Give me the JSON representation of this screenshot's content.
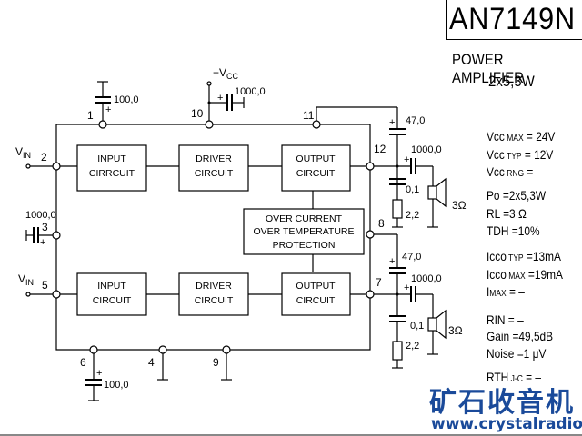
{
  "title": "AN7149N",
  "subtitle": [
    "POWER AMPLIFIER",
    "2x5,3W"
  ],
  "blocks": {
    "ch1_input": [
      "INPUT",
      "CIRRCUIT"
    ],
    "ch1_driver": [
      "DRIVER",
      "CIRCUIT"
    ],
    "ch1_output": [
      "OUTPUT",
      "CIRCUIT"
    ],
    "protection": [
      "OVER CURRENT",
      "OVER TEMPERATURE",
      "PROTECTION"
    ],
    "ch2_input": [
      "INPUT",
      "CIRCUIT"
    ],
    "ch2_driver": [
      "DRIVER",
      "CIRCUIT"
    ],
    "ch2_output": [
      "OUTPUT",
      "CIRCUIT"
    ]
  },
  "pins": {
    "p1": "1",
    "p2": "2",
    "p3": "3",
    "p4": "4",
    "p5": "5",
    "p6": "6",
    "p7": "7",
    "p8": "8",
    "p9": "9",
    "p10": "10",
    "p11": "11",
    "p12": "12"
  },
  "labels": {
    "vin": "V",
    "vin_sub": "IN",
    "vcc": "+V",
    "vcc_sub": "CC",
    "plus": "+"
  },
  "components": {
    "c_pin1": "100,0",
    "c_pin10": "1000,0",
    "c_pin3": "1000,0",
    "c_pin6": "100,0",
    "c_boot1": "47,0",
    "c_out1": "1000,0",
    "c_zob1": "0,1",
    "r_zob1": "2,2",
    "spk1": "3Ω",
    "c_boot2": "47,0",
    "c_out2": "1000,0",
    "c_zob2": "0,1",
    "r_zob2": "2,2",
    "spk2": "3Ω"
  },
  "specs": [
    {
      "main": "Vcc",
      "sub": " MAX",
      "value": " = 24V"
    },
    {
      "main": "Vcc",
      "sub": " TYP",
      "value": " = 12V"
    },
    {
      "main": "Vcc",
      "sub": " RNG",
      "value": " = –"
    },
    {
      "main": "Po",
      "sub": "",
      "value": "  =2x5,3W"
    },
    {
      "main": "RL",
      "sub": "",
      "value": "  =3 Ω"
    },
    {
      "main": "TDH",
      "sub": "",
      "value": " =10%"
    },
    {
      "main": "Icco",
      "sub": " TYP",
      "value": " =13mA"
    },
    {
      "main": "Icco",
      "sub": " MAX",
      "value": " =19mA"
    },
    {
      "main": "I",
      "sub": "MAX",
      "value": "  =  –"
    },
    {
      "main": "RIN",
      "sub": "",
      "value": "   =  –"
    },
    {
      "main": "Gain",
      "sub": "",
      "value": "  =49,5dB"
    },
    {
      "main": "Noise",
      "sub": "",
      "value": " =1 μV"
    },
    {
      "main": "RTH",
      "sub": " J-C",
      "value": " = –"
    }
  ],
  "watermark": {
    "cn": "矿石收音机",
    "url": "www.crystalradio.cn"
  }
}
